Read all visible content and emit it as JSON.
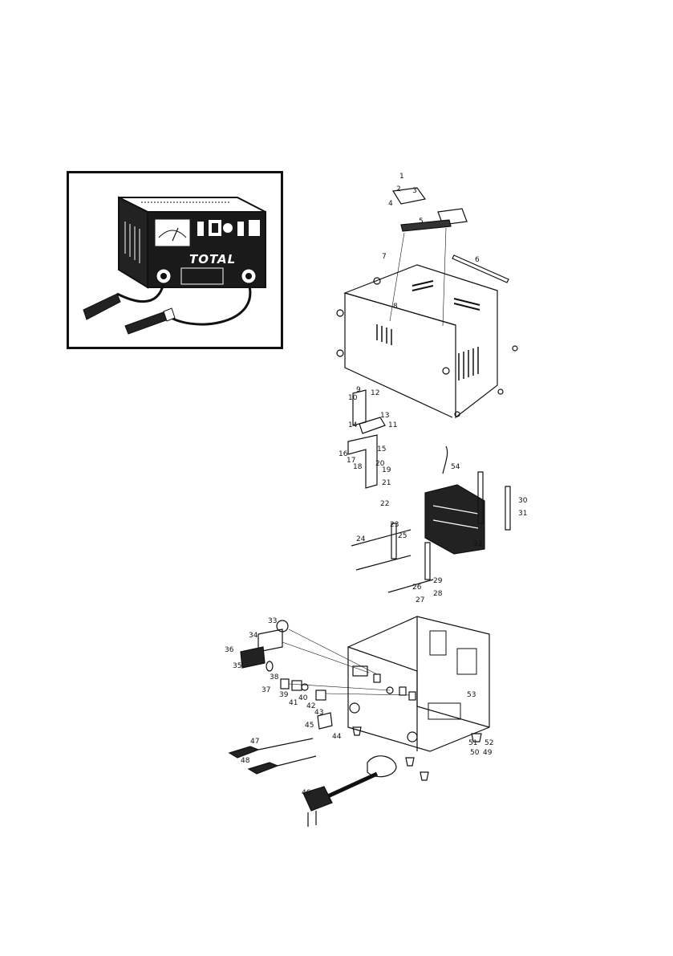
{
  "product_photo": {
    "brand": "TOTAL"
  },
  "callouts": [
    "1",
    "2",
    "3",
    "4",
    "5",
    "6",
    "7",
    "8",
    "9",
    "10",
    "11",
    "12",
    "13",
    "14",
    "15",
    "16",
    "17",
    "18",
    "19",
    "20",
    "21",
    "22",
    "23",
    "24",
    "25",
    "26",
    "27",
    "28",
    "29",
    "30",
    "31",
    "32",
    "33",
    "34",
    "35",
    "36",
    "37",
    "38",
    "39",
    "40",
    "41",
    "42",
    "43",
    "44",
    "45",
    "46",
    "47",
    "48",
    "49",
    "50",
    "51",
    "52",
    "53",
    "54"
  ],
  "colors": {
    "line": "#111111",
    "panel": "#1a1a1a",
    "background": "#ffffff"
  }
}
